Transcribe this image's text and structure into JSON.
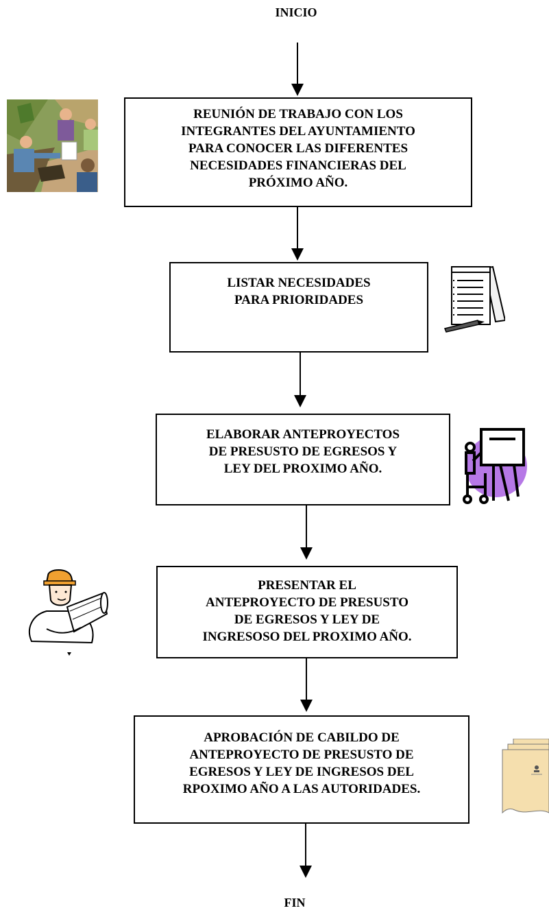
{
  "start_label": "INICIO",
  "end_label": "FIN",
  "steps": [
    {
      "text": "REUNIÓN DE TRABAJO CON LOS\nINTEGRANTES DEL AYUNTAMIENTO\nPARA CONOCER LAS DIFERENTES\nNECESIDADES FINANCIERAS DEL\nPRÓXIMO AÑO.",
      "icon": "meeting-clipart-icon"
    },
    {
      "text": "LISTAR NECESIDADES\nPARA PRIORIDADES",
      "icon": "notepad-pencil-icon"
    },
    {
      "text": "ELABORAR ANTEPROYECTOS\nDE PRESUSTO DE EGRESOS Y\nLEY DEL PROXIMO AÑO.",
      "icon": "presentation-easel-icon"
    },
    {
      "text": "PRESENTAR EL\nANTEPROYECTO DE PRESUSTO\nDE EGRESOS Y LEY DE\nINGRESOSO DEL PROXIMO AÑO.",
      "icon": "engineer-blueprint-icon"
    },
    {
      "text": "APROBACIÓN DE CABILDO DE\nANTEPROYECTO DE PRESUSTO DE\nEGRESOS Y LEY DE INGRESOS DEL\nRPOXIMO AÑO A LAS AUTORIDADES.",
      "icon": "document-stack-icon"
    }
  ]
}
